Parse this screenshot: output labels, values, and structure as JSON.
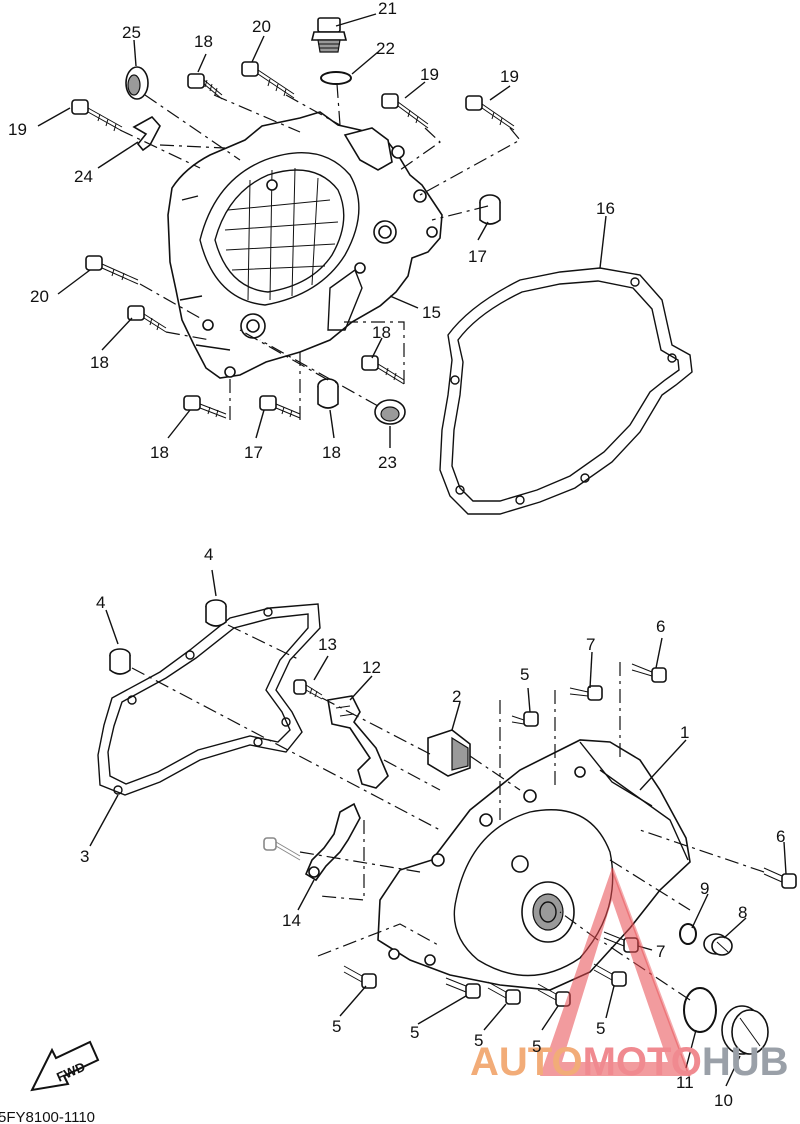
{
  "diagram": {
    "labels": [
      "25",
      "18",
      "20",
      "21",
      "22",
      "19",
      "19",
      "19",
      "24",
      "20",
      "18",
      "15",
      "16",
      "17",
      "18",
      "18",
      "17",
      "18",
      "23",
      "4",
      "4",
      "3",
      "13",
      "12",
      "2",
      "5",
      "7",
      "6",
      "1",
      "6",
      "9",
      "8",
      "14",
      "7",
      "5",
      "5",
      "5",
      "5",
      "5",
      "11",
      "10"
    ],
    "fwd_label": "FWD",
    "drawing_code": "5FY8100-1110"
  },
  "watermark": {
    "part1": "AUTO",
    "part2": "MOTO",
    "part3": "HUB",
    "colors": {
      "auto": "#f2ac78",
      "moto": "#f08a90",
      "hub": "#9aa0a8",
      "triangle": "#e8494e"
    }
  }
}
